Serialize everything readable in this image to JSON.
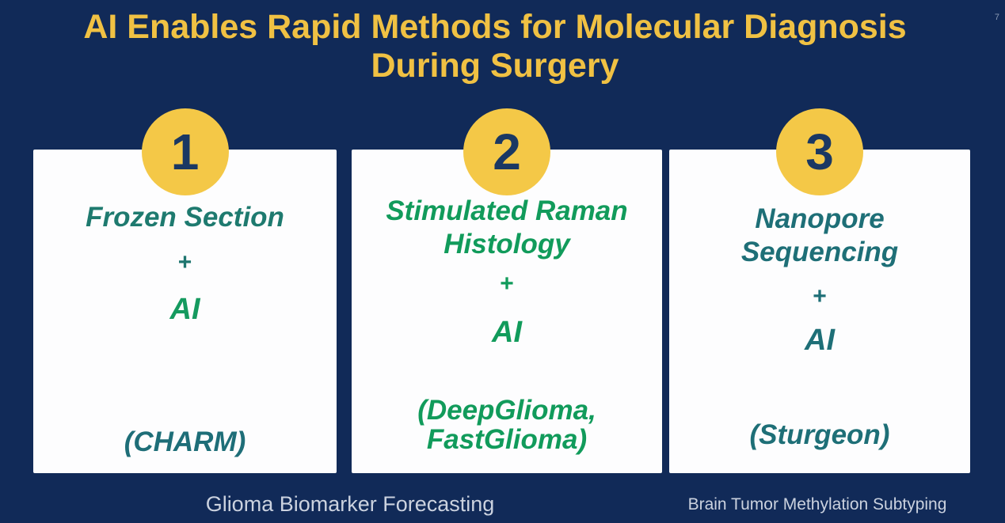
{
  "title": {
    "line1": "AI Enables Rapid Methods for Molecular Diagnosis",
    "line2": "During Surgery"
  },
  "slide_number": "7",
  "colors": {
    "background": "#112A58",
    "title_text": "#F0C143",
    "badge_yellow": "#F4C847",
    "badge_number": "#1A3863",
    "card_bg": "#FDFDFE",
    "teal": "#1E6F74",
    "green": "#119B5B",
    "footer_text": "#CBD2DF",
    "slide_number_text": "#8A99B3"
  },
  "cards": [
    {
      "number": "1",
      "title_lines": [
        "Frozen Section"
      ],
      "plus": "+",
      "ai": "AI",
      "tool_lines": [
        "(CHARM)"
      ],
      "colors": {
        "title": "#1E7A6F",
        "plus": "#1E756F",
        "ai": "#159A5F",
        "tool": "#1E6E78"
      }
    },
    {
      "number": "2",
      "title_lines": [
        "Stimulated Raman",
        "Histology"
      ],
      "plus": "+",
      "ai": "AI",
      "tool_lines": [
        "(DeepGlioma,",
        "FastGlioma)"
      ],
      "colors": {
        "title": "#119B5B",
        "plus": "#119B5B",
        "ai": "#119B5B",
        "tool": "#119B5B"
      }
    },
    {
      "number": "3",
      "title_lines": [
        "Nanopore",
        "Sequencing"
      ],
      "plus": "+",
      "ai": "AI",
      "tool_lines": [
        "(Sturgeon)"
      ],
      "colors": {
        "title": "#1E6F77",
        "plus": "#1E6F77",
        "ai": "#1E6F77",
        "tool": "#1E6F77"
      }
    }
  ],
  "footers": [
    "Glioma Biomarker Forecasting",
    "Brain Tumor Methylation Subtyping"
  ]
}
